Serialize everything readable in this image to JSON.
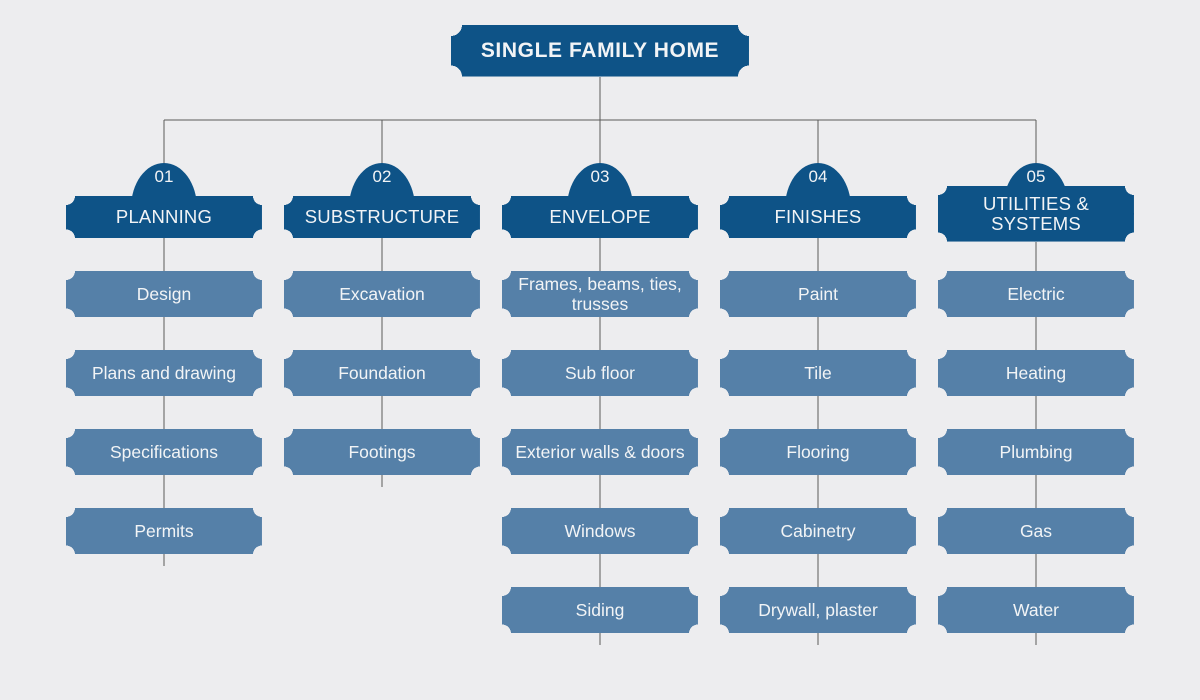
{
  "theme": {
    "background": "#ededef",
    "primary_dark_blue": "#0e5387",
    "secondary_steel_blue": "#5580a8",
    "text_on_fill": "#f2f4f6",
    "connector_line": "#5a5a5a"
  },
  "diagram": {
    "type": "organizational-breakdown-structure",
    "root": {
      "label": "SINGLE FAMILY HOME"
    },
    "categories": [
      {
        "number": "01",
        "label": "PLANNING",
        "items": [
          "Design",
          "Plans and drawing",
          "Specifications",
          "Permits"
        ]
      },
      {
        "number": "02",
        "label": "SUBSTRUCTURE",
        "items": [
          "Excavation",
          "Foundation",
          "Footings"
        ]
      },
      {
        "number": "03",
        "label": "ENVELOPE",
        "items": [
          "Frames, beams, ties, trusses",
          "Sub floor",
          "Exterior walls & doors",
          "Windows",
          "Siding"
        ]
      },
      {
        "number": "04",
        "label": "FINISHES",
        "items": [
          "Paint",
          "Tile",
          "Flooring",
          "Cabinetry",
          "Drywall, plaster"
        ]
      },
      {
        "number": "05",
        "label": "UTILITIES & SYSTEMS",
        "items": [
          "Electric",
          "Heating",
          "Plumbing",
          "Gas",
          "Water"
        ]
      }
    ]
  }
}
